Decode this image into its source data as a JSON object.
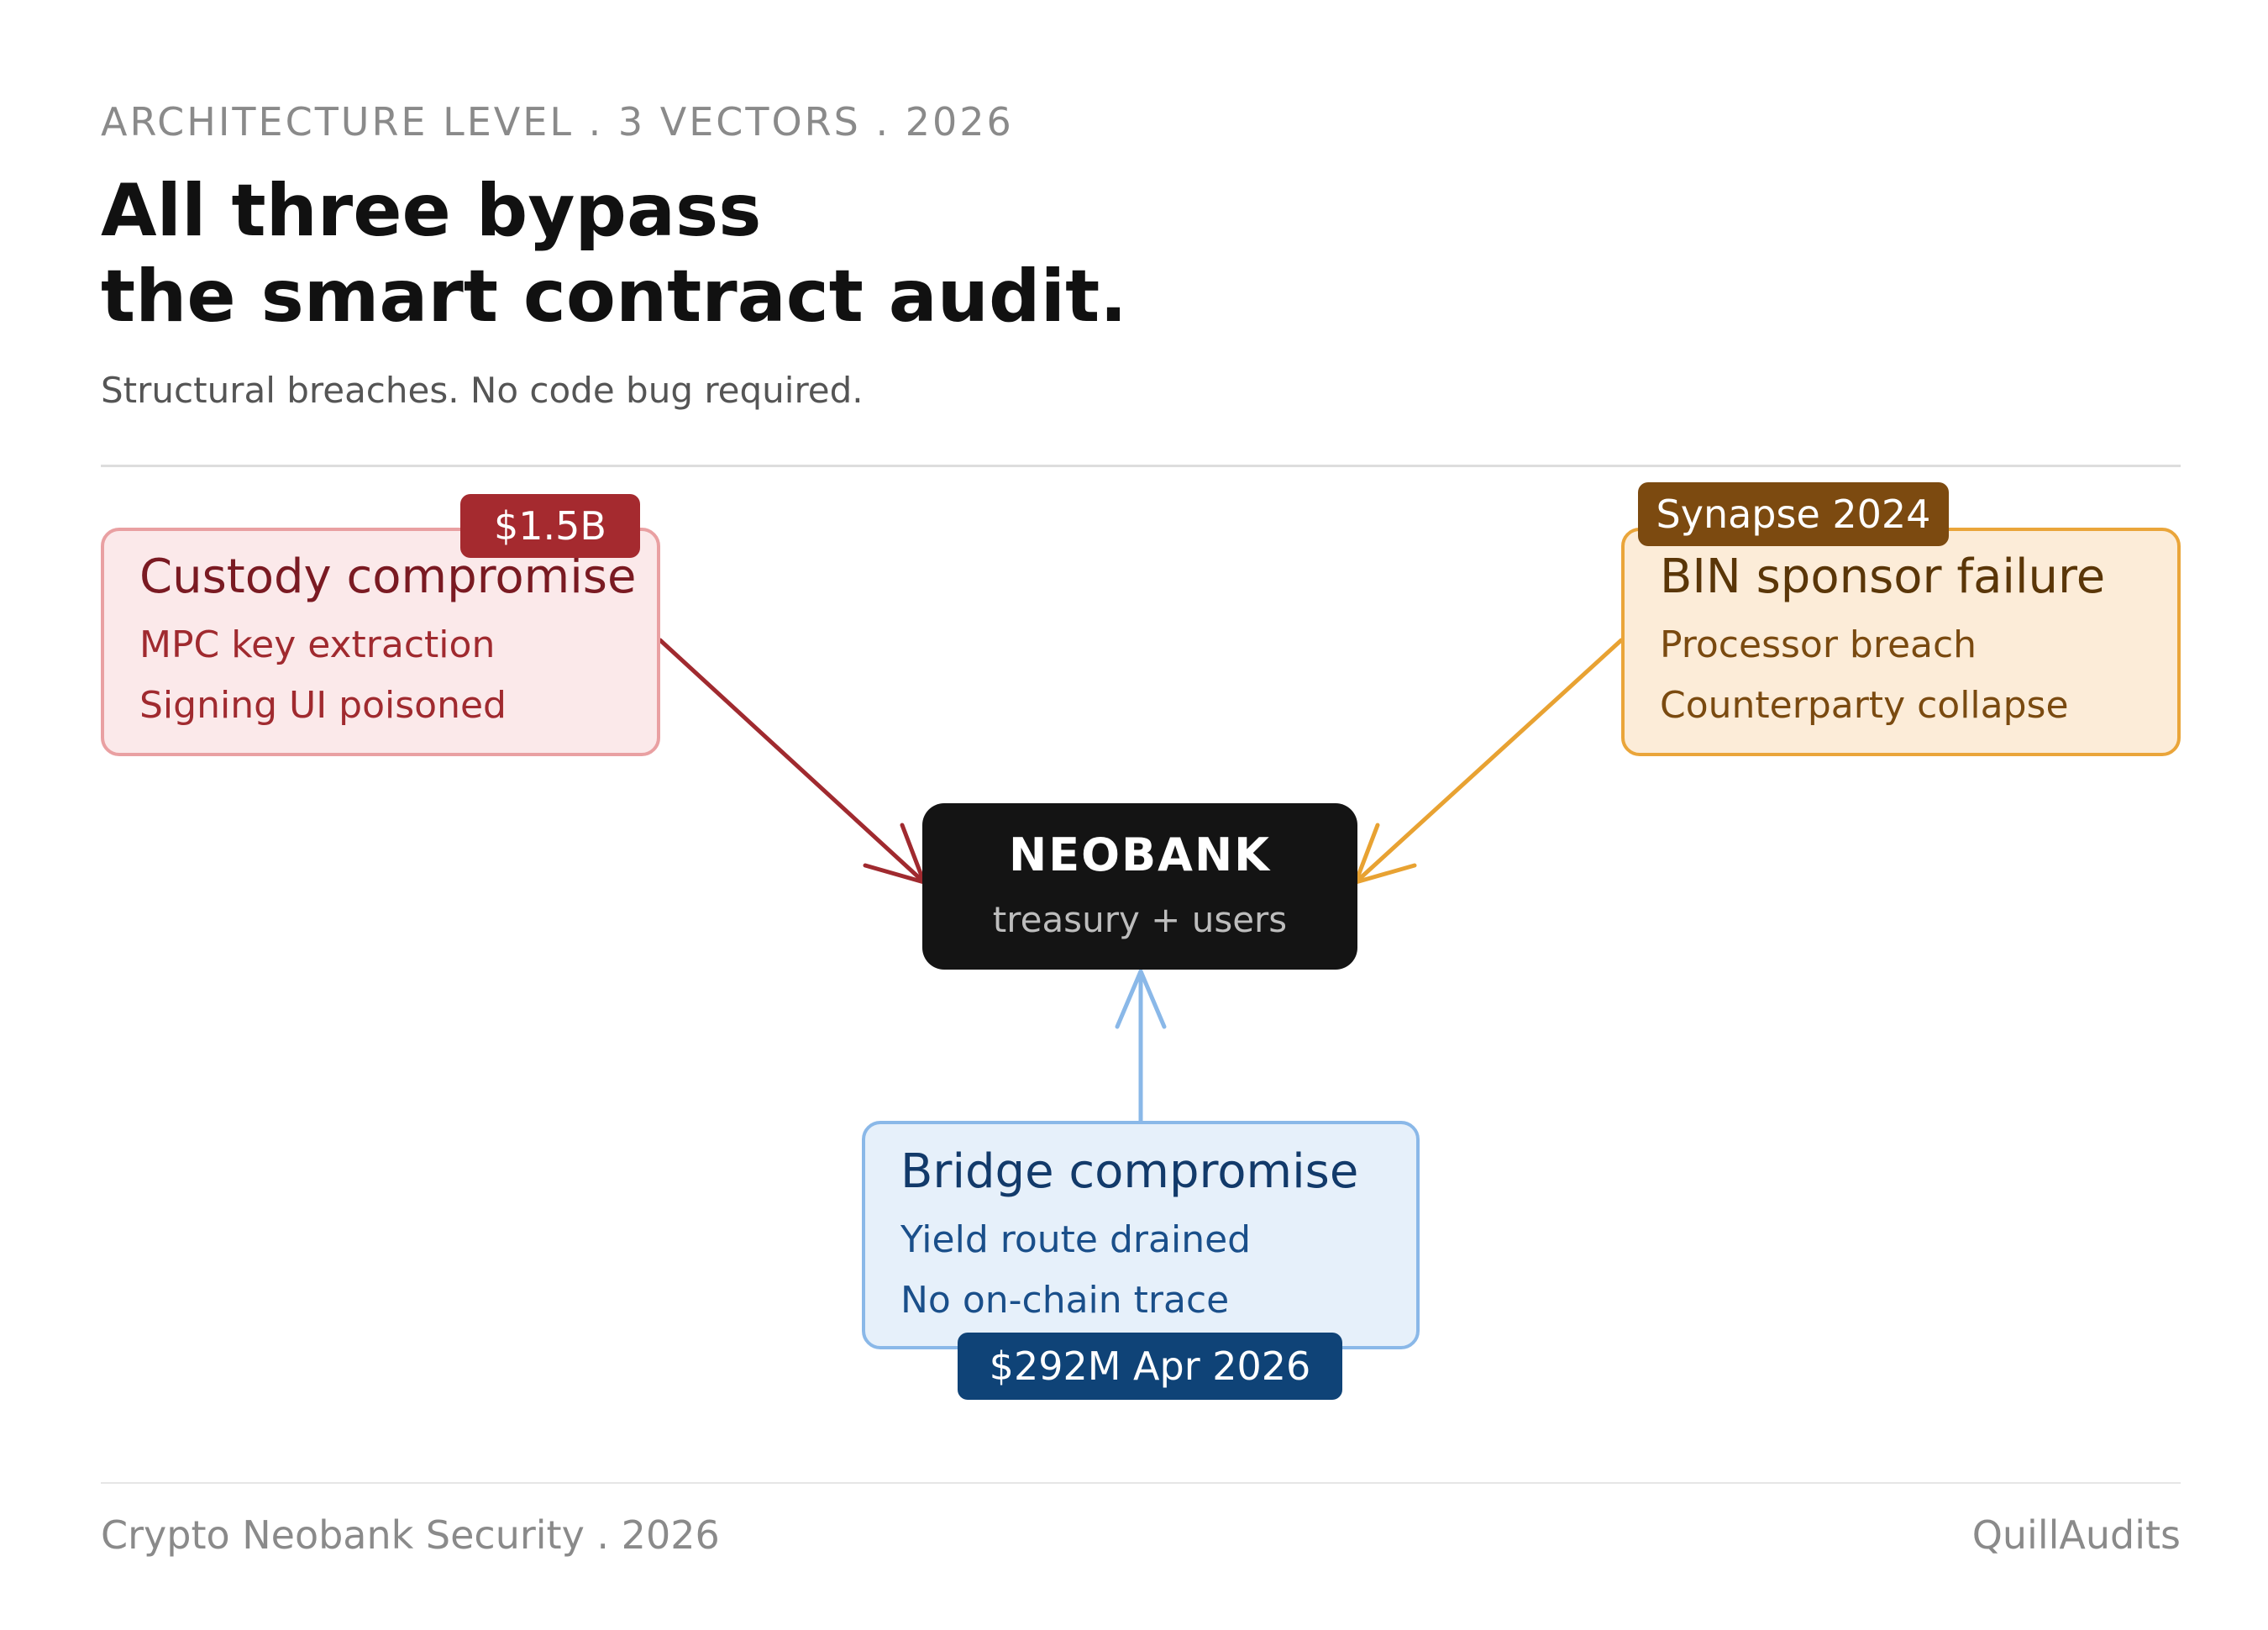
{
  "header": {
    "kicker": "ARCHITECTURE LEVEL . 3 VECTORS . 2026",
    "title_line1": "All three bypass",
    "title_line2": "the smart contract audit.",
    "subtitle": "Structural breaches. No code bug required."
  },
  "hub": {
    "title": "NEOBANK",
    "subtitle": "treasury + users"
  },
  "vectors": {
    "custody": {
      "heading": "Custody compromise",
      "lines": [
        "MPC key extraction",
        "Signing UI poisoned"
      ],
      "badge": "$1.5B",
      "color": "#a52a2f"
    },
    "bin": {
      "heading": "BIN sponsor failure",
      "lines": [
        "Processor breach",
        "Counterparty collapse"
      ],
      "badge": "Synapse 2024",
      "color": "#e8a232"
    },
    "bridge": {
      "heading": "Bridge compromise",
      "lines": [
        "Yield route drained",
        "No on-chain trace"
      ],
      "badge": "$292M Apr 2026",
      "color": "#8ab8e8"
    }
  },
  "footer": {
    "left": "Crypto Neobank Security . 2026",
    "right": "QuillAudits"
  }
}
